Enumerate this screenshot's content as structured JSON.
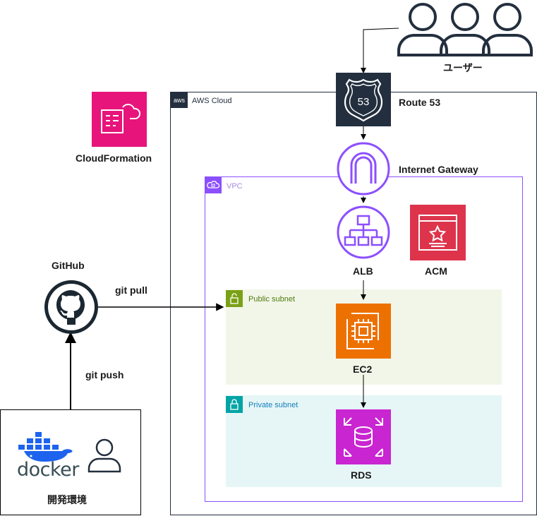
{
  "users": {
    "label": "ユーザー"
  },
  "aws_cloud": {
    "label": "AWS Cloud"
  },
  "vpc": {
    "label": "VPC"
  },
  "public_subnet": {
    "label": "Public subnet"
  },
  "private_subnet": {
    "label": "Private subnet"
  },
  "route53": {
    "label": "Route 53",
    "badge": "53"
  },
  "internet_gateway": {
    "label": "Internet Gateway"
  },
  "alb": {
    "label": "ALB"
  },
  "acm": {
    "label": "ACM"
  },
  "ec2": {
    "label": "EC2"
  },
  "rds": {
    "label": "RDS"
  },
  "cloudformation": {
    "label": "CloudFormation"
  },
  "github": {
    "label": "GitHub"
  },
  "edges": {
    "git_pull": "git pull",
    "git_push": "git push"
  },
  "dev_env": {
    "label": "開発環境",
    "docker_text": "docker"
  },
  "colors": {
    "aws_dark": "#232f3e",
    "purple": "#8c4fff",
    "compute_orange": "#ed7100",
    "security_red": "#dd344c",
    "db_magenta": "#c925d1",
    "mgmt_pink": "#e7157b",
    "public_green": "#7aa116",
    "private_teal": "#00a4a6",
    "docker_blue": "#1d63ed"
  }
}
